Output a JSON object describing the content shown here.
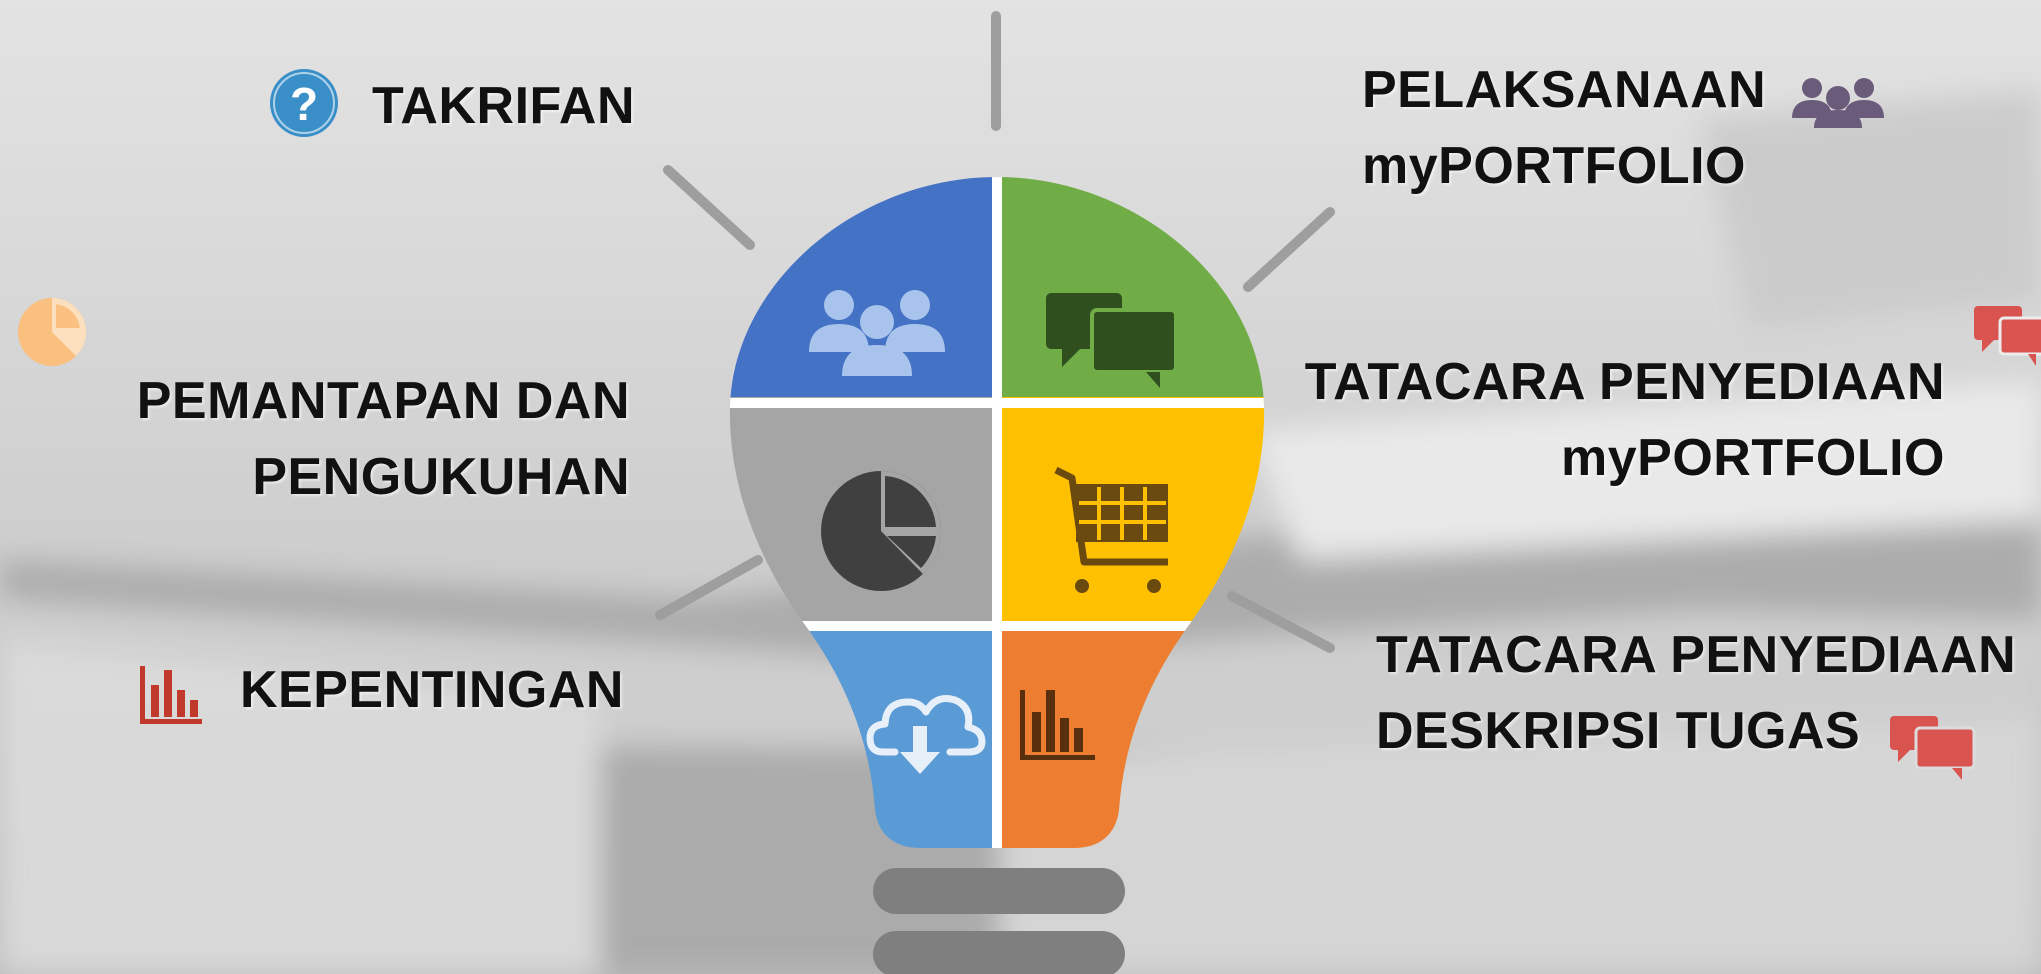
{
  "colors": {
    "blue": "#4472C4",
    "green": "#70AD47",
    "gray": "#A5A5A5",
    "yellow": "#FFC000",
    "light_blue": "#5B9BD5",
    "orange": "#ED7D31",
    "base_gray": "#7F7F7F",
    "ray_gray": "#9E9E9E",
    "red_icon": "#D9534F",
    "purple_icon": "#6B5B7B",
    "peach_icon": "#F9C080",
    "question_icon": "#3A8FC8"
  },
  "labels": {
    "takrifan": "TAKRIFAN",
    "pelaksanaan_line1": "PELAKSANAAN",
    "pelaksanaan_line2": "myPORTFOLIO",
    "pemantapan_line1": "PEMANTAPAN DAN",
    "pemantapan_line2": "PENGUKUHAN",
    "tatacara1_line1": "TATACARA PENYEDIAAN",
    "tatacara1_line2": "myPORTFOLIO",
    "kepentingan": "KEPENTINGAN",
    "tatacara2_line1": "TATACARA PENYEDIAAN",
    "tatacara2_line2": "DESKRIPSI TUGAS",
    "question_mark": "?"
  },
  "icons": {
    "takrifan": "question-icon",
    "pelaksanaan": "people-group-icon",
    "pemantapan": "pie-chart-icon",
    "tatacara1": "speech-bubbles-icon",
    "kepentingan": "bar-chart-icon",
    "tatacara2": "speech-bubbles-icon",
    "bulb_top_left": "people-group-icon",
    "bulb_top_right": "speech-bubbles-icon",
    "bulb_middle_left": "pie-chart-icon",
    "bulb_middle_right": "shopping-cart-icon",
    "bulb_bottom_left": "cloud-download-icon",
    "bulb_bottom_right": "bar-chart-icon"
  }
}
